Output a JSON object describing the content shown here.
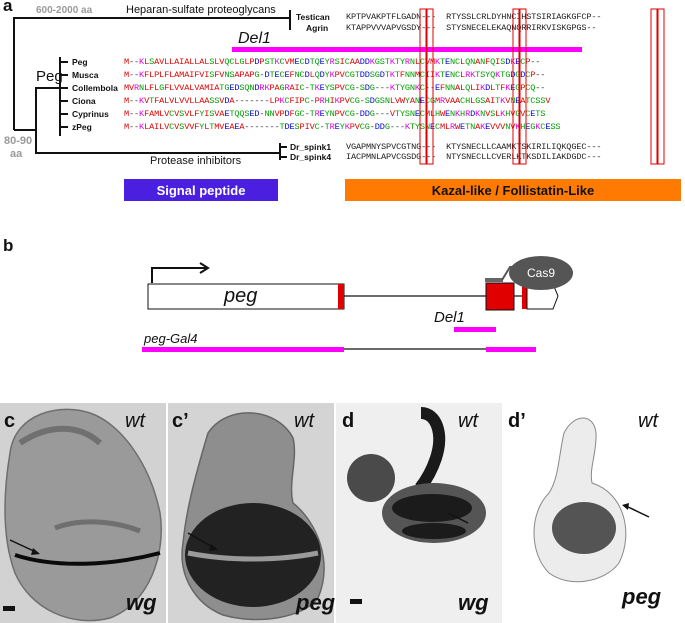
{
  "panel_labels": {
    "a": "a",
    "b": "b",
    "c": "c",
    "c_prime": "c’",
    "d": "d",
    "d_prime": "d’"
  },
  "tree": {
    "top_range": "600-2000 aa",
    "bottom_range": "80-90",
    "bottom_unit": "aa",
    "hspg_label": "Heparan-sulfate proteoglycans",
    "peg_group": "Peg",
    "protease_label": "Protease inhibitors"
  },
  "hspg_rows": [
    {
      "name": "Testican",
      "seq": "KPTPVAKPTFLGADN---  RTYSSLCRLDYHNCIHSTSIRIAGKGFCP--"
    },
    {
      "name": "Agrin",
      "seq": "KTAPPVVVAPVGSDY---  STYSNECELEKAQNQRRIRKVISKGPGS--"
    }
  ],
  "peg_rows": [
    {
      "name": "Peg",
      "seq": "M--KLSAVLLAIALLALSLVQCLGLPDPSTKCVMECDTQEYRSICAADDKGSTKTYRNLCVMKTENCLQNANFQISDKECP--"
    },
    {
      "name": "Musca",
      "seq": "M--KFLPLFLAMAIFVISFVNSAPAPG-DTECEFNCDLQDYKPVCGTDDSGDTKTFNNMCIIKTENCLRKTSYQKTGDGDCP--"
    },
    {
      "name": "Collembola",
      "seq": "MVRNLFLGFLVVALVAMIATGEDSQNDRKPAGRAIC-TKEYSPVCG-SDG---KTYGNKC--EFNNALQLIKDLTFKEGPCQ--"
    },
    {
      "name": "Ciona",
      "seq": "M--KVTFALVLVVLLAASSVDA-------LPKCFIPC-PRHIKPVCG-SDGSNLVWYANECGMRVAACHLGSAITKVNEATCSSV"
    },
    {
      "name": "Cyprinus",
      "seq": "M--KFAMLVCVSVLFYISVAETQQSED-NNVPDFGC-TREYNPVCG-DDG---VTYSNECMLHWENKHRDKNVSLKHVGVCETS"
    },
    {
      "name": "zPeg",
      "seq": "M--KLAILVCVSVVFYLTMVEAEA-------TDESPIVC-TREYKPVCG-DDG---KTYSNECMLRWETNAKEVVVNVKHEGKCESS"
    }
  ],
  "pi_rows": [
    {
      "name": "Dr_spink1",
      "seq": "VGAPMNYSPVCGTNG---  KTYSNECLLCAAMKTSKIRILIQKQGEC---"
    },
    {
      "name": "Dr_spink4",
      "seq": "IACPMNLAPVCGSDG---  NTYSNECLLCVERLKTKSDILIAKDGDC---"
    }
  ],
  "del1_top": "Del1",
  "bars": {
    "signal": "Signal peptide",
    "kazal": "Kazal-like / Follistatin-Like"
  },
  "gene": {
    "name": "peg",
    "cas9": "Cas9",
    "del1": "Del1",
    "gal4": "peg-Gal4"
  },
  "photos": {
    "c": {
      "genotype": "wt",
      "gene": "wg"
    },
    "cp": {
      "genotype": "wt",
      "gene": "peg"
    },
    "d": {
      "genotype": "wt",
      "gene": "wg"
    },
    "dp": {
      "genotype": "wt",
      "gene": "peg"
    }
  },
  "colors": {
    "signal": "#4b1fe0",
    "kazal": "#ff7a00",
    "magenta": "#ff00ff",
    "exon_red": "#e00000",
    "cys_box": "#e00000"
  }
}
